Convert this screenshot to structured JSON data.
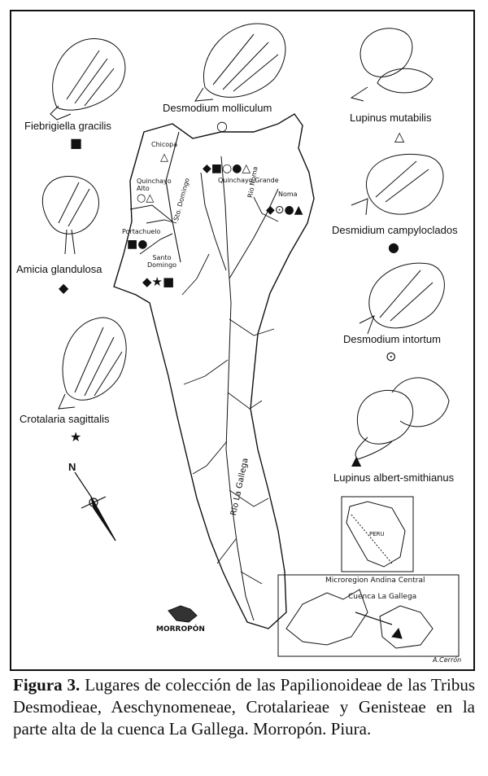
{
  "species": [
    {
      "name": "Fiebrigiella gracilis",
      "symbol": "■"
    },
    {
      "name": "Desmodium molliculum",
      "symbol": "○"
    },
    {
      "name": "Lupinus mutabilis",
      "symbol": "△"
    },
    {
      "name": "Amicia glandulosa",
      "symbol": "◆"
    },
    {
      "name": "Desmidium campyloclados",
      "symbol": "●"
    },
    {
      "name": "Desmodium intortum",
      "symbol": "⊙"
    },
    {
      "name": "Crotalaria sagittalis",
      "symbol": "★"
    },
    {
      "name": "Lupinus albert-smithianus",
      "symbol": "▲"
    }
  ],
  "places": {
    "chicopa": {
      "name": "Chicopa",
      "symbols": "△"
    },
    "quinchayo_alto": {
      "name": "Quinchayo Alto",
      "symbols": "○△"
    },
    "quinchayo_grande": {
      "name": "Quinchayo Grande",
      "symbols": "◆■○●△"
    },
    "noma": {
      "name": "Noma",
      "symbols": "◆⊙●▲"
    },
    "portachuelo": {
      "name": "Portachuelo",
      "symbols": "■●"
    },
    "santo_domingo": {
      "name": "Santo Domingo",
      "symbols": "◆★■"
    },
    "morropon": {
      "name": "MORROPÓN"
    }
  },
  "rivers": {
    "rio_noma": "Rio Noma",
    "sto_domingo": "Sto. Domingo",
    "rio_la_gallega": "Rio La Gallega"
  },
  "north_label": "N",
  "inset": {
    "peru_label": "PERU",
    "microregion": "Microregion Andina Central",
    "cuenca": "Cuenca La Gallega"
  },
  "signature": "A.Cerrón",
  "caption": {
    "label": "Figura 3.",
    "text": " Lugares de colección de las Papilionoideae de las Tribus Desmodieae, Aeschynomeneae, Crotalarieae y Genisteae en la parte alta de la cuenca La Gallega. Morropón. Piura."
  }
}
